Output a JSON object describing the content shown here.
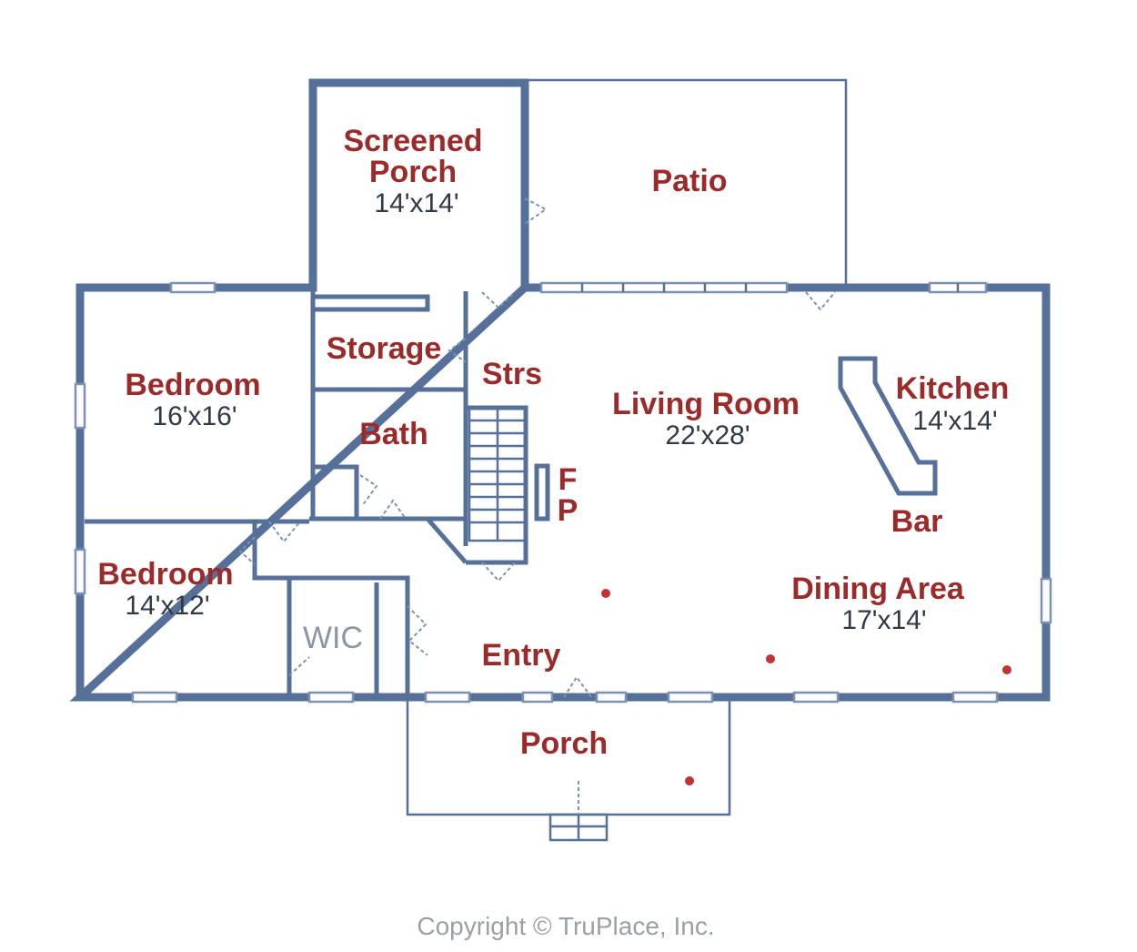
{
  "rooms": {
    "screened_porch": {
      "name_line1": "Screened",
      "name_line2": "Porch",
      "size": "14'x14'"
    },
    "patio": {
      "name": "Patio"
    },
    "storage": {
      "name": "Storage"
    },
    "stairs": {
      "name": "Strs"
    },
    "bedroom_1": {
      "name": "Bedroom",
      "size": "16'x16'"
    },
    "bath": {
      "name": "Bath"
    },
    "living_room": {
      "name": "Living Room",
      "size": "22'x28'"
    },
    "kitchen": {
      "name": "Kitchen",
      "size": "14'x14'"
    },
    "fireplace": {
      "line1": "F",
      "line2": "P"
    },
    "bar": {
      "name": "Bar"
    },
    "bedroom_2": {
      "name": "Bedroom",
      "size": "14'x12'"
    },
    "wic": {
      "name": "WIC"
    },
    "dining_area": {
      "name": "Dining Area",
      "size": "17'x14'"
    },
    "entry": {
      "name": "Entry"
    },
    "porch": {
      "name": "Porch"
    }
  },
  "copyright": "Copyright © TruPlace, Inc.",
  "colors": {
    "wall": "#56709a",
    "label": "#9b2b2b",
    "dimension": "#2f3a45",
    "light": "#c33333"
  }
}
